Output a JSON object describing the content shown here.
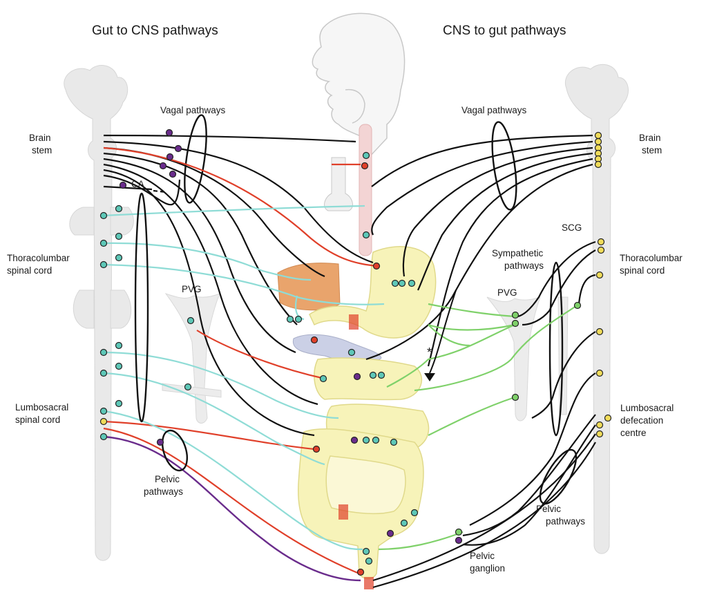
{
  "titles": {
    "left": "Gut to CNS pathways",
    "right": "CNS to gut pathways"
  },
  "left_labels": {
    "vagal": "Vagal pathways",
    "brain_stem_1": "Brain",
    "brain_stem_2": "stem",
    "ca": "CA",
    "thoracolumbar_1": "Thoracolumbar",
    "thoracolumbar_2": "spinal cord",
    "pvg": "PVG",
    "lumbosacral_1": "Lumbosacral",
    "lumbosacral_2": "spinal cord",
    "pelvic_1": "Pelvic",
    "pelvic_2": "pathways"
  },
  "right_labels": {
    "vagal": "Vagal pathways",
    "brain_stem_1": "Brain",
    "brain_stem_2": "stem",
    "scg": "SCG",
    "sympathetic_1": "Sympathetic",
    "sympathetic_2": "pathways",
    "thoracolumbar_1": "Thoracolumbar",
    "thoracolumbar_2": "spinal cord",
    "pvg": "PVG",
    "lumbosacral_1": "Lumbosacral",
    "lumbosacral_2": "defecation",
    "lumbosacral_3": "centre",
    "pelvic_1": "Pelvic",
    "pelvic_2": "pathways",
    "pelvic_ganglion_1": "Pelvic",
    "pelvic_ganglion_2": "ganglion"
  },
  "asterisk": "*",
  "colors": {
    "vagal_afferent": "#111111",
    "spinal_afferent": "#8fdcd6",
    "red_pathway": "#e0402a",
    "purple_pathway": "#6a2c8c",
    "efferent_green": "#7fd16a",
    "ganglion_cyan": "#5ec8b8",
    "ganglion_yellow": "#f0dc5a",
    "gut_fill": "#f6f2b6",
    "liver_fill": "#e8a068",
    "pancreas_fill": "#c9cde6",
    "cord_fill": "#e8e8e8"
  },
  "icons": {
    "neuron_soma": "circle",
    "synapse": "fork"
  }
}
